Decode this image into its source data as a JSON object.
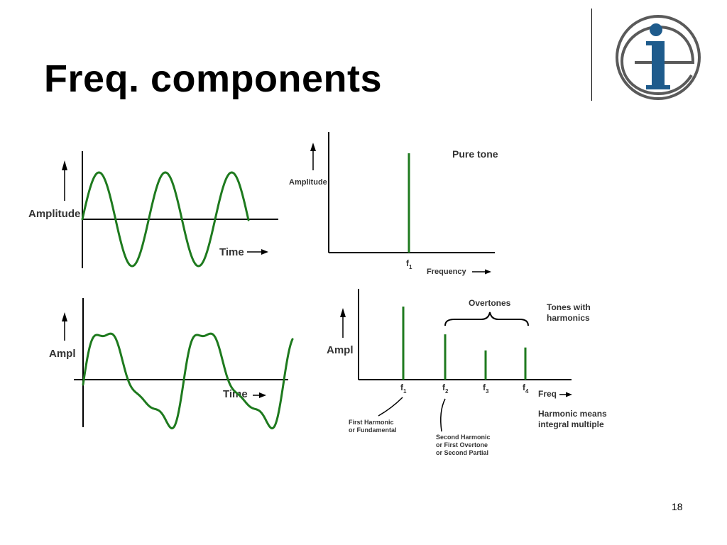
{
  "slide": {
    "title": "Freq. components",
    "page_number": "18"
  },
  "logo": {
    "icon": "ie-logo-icon",
    "colors": {
      "ring": "#5a5a5a",
      "letter": "#1e5b8c"
    }
  },
  "colors": {
    "wave": "#1e7a1e",
    "axis": "#000000",
    "text": "#333333"
  },
  "pure_wave_graph": {
    "ylabel": "Amplitude",
    "xlabel": "Time"
  },
  "pure_spectrum": {
    "title": "Pure tone",
    "ylabel": "Amplitude",
    "xlabel": "Frequency",
    "bars": [
      {
        "label": "f",
        "sub": "1",
        "amplitude": 1.0
      }
    ]
  },
  "complex_wave_graph": {
    "ylabel": "Ampl",
    "xlabel": "Time"
  },
  "complex_spectrum": {
    "ylabel": "Ampl",
    "xlabel": "Freq",
    "title": "Tones with",
    "title_line2": "harmonics",
    "overtones_label": "Overtones",
    "bars": [
      {
        "label": "f",
        "sub": "1",
        "amplitude": 1.0
      },
      {
        "label": "f",
        "sub": "2",
        "amplitude": 0.62
      },
      {
        "label": "f",
        "sub": "3",
        "amplitude": 0.4
      },
      {
        "label": "f",
        "sub": "4",
        "amplitude": 0.44
      }
    ],
    "annotation_first": {
      "line1": "First Harmonic",
      "line2": "or Fundamental"
    },
    "annotation_second": {
      "line1": "Second Harmonic",
      "line2": "or First Overtone",
      "line3": "or Second Partial"
    },
    "note": {
      "line1": "Harmonic means",
      "line2": "integral multiple"
    }
  }
}
